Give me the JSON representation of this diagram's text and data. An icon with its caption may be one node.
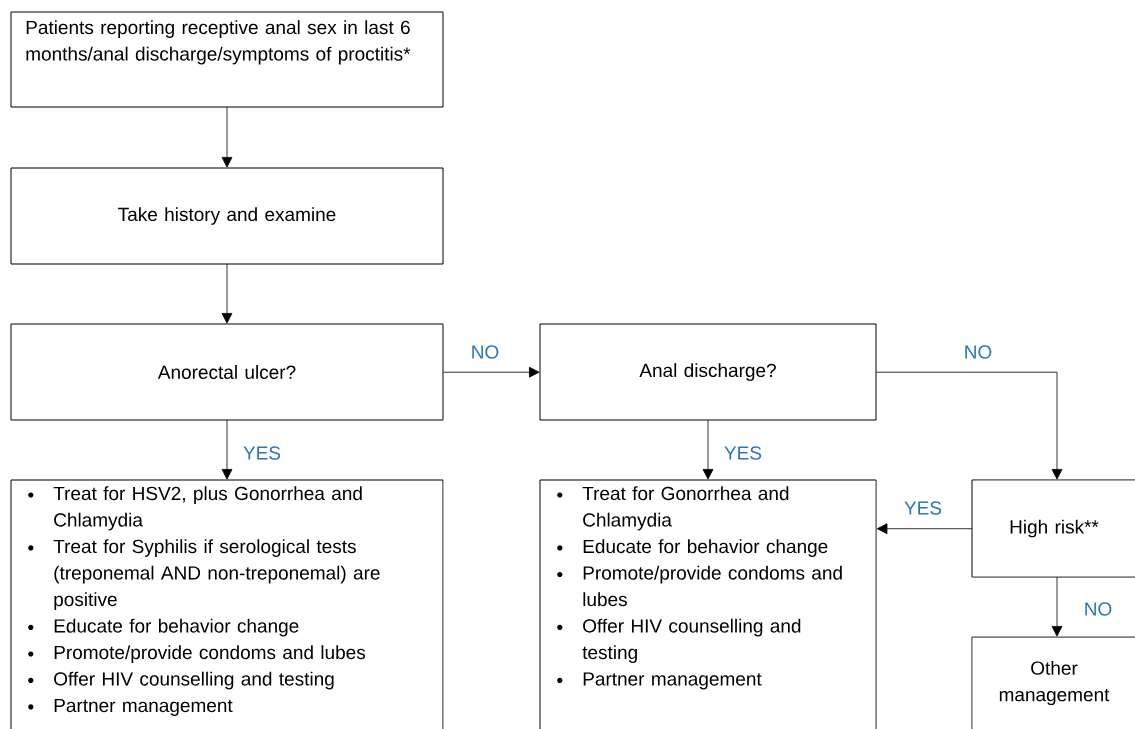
{
  "diagram": {
    "nodes": [
      {
        "text": [
          "Patients reporting receptive anal sex in last 6 months/anal discharge/symptoms of proctitis*"
        ]
      },
      {
        "text": [
          "Take history and examine"
        ]
      },
      {
        "text": [
          "Anorectal ulcer?"
        ]
      },
      {
        "text": [
          "Anal discharge?"
        ]
      },
      {
        "text": [
          "Treat for HSV2, plus Gonorrhea and Chlamydia",
          "Treat for Syphilis if serological tests (treponemal AND non-treponemal) are positive",
          "Educate for behavior change",
          "Promote/provide condoms and lubes",
          "Offer HIV counselling and testing",
          "Partner management"
        ]
      },
      {
        "text": [
          "Treat for Gonorrhea and Chlamydia",
          "Educate for behavior change",
          "Promote/provide condoms and lubes",
          "Offer HIV counselling and testing",
          "Partner management"
        ]
      },
      {
        "text": [
          "High risk**"
        ]
      },
      {
        "text": [
          "Other management"
        ]
      }
    ],
    "edges": [
      {
        "from": 0,
        "to": 1,
        "arrow": "to"
      },
      {
        "from": 1,
        "to": 2,
        "arrow": "to"
      },
      {
        "from": 2,
        "to": 3,
        "arrow": "to",
        "label": "NO"
      },
      {
        "from": 2,
        "to": 4,
        "arrow": "to",
        "label": "YES"
      },
      {
        "from": 3,
        "to": 5,
        "arrow": "to",
        "label": "YES"
      },
      {
        "from": 3,
        "to": 6,
        "arrow": "to",
        "label": "NO"
      },
      {
        "from": 6,
        "to": 5,
        "arrow": "to",
        "label": "YES"
      },
      {
        "from": 6,
        "to": 7,
        "arrow": "to",
        "label": "NO"
      }
    ]
  }
}
